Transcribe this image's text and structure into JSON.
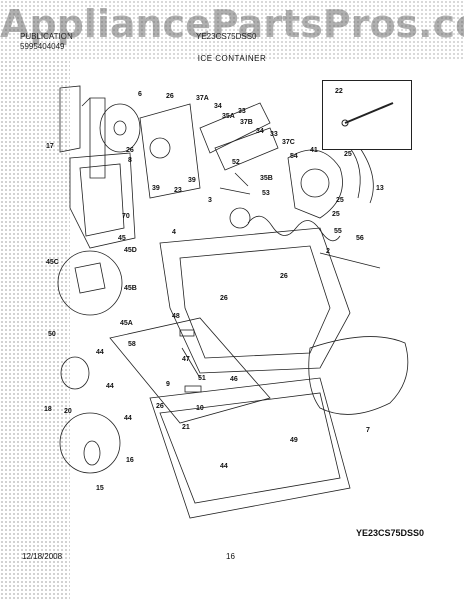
{
  "watermark": "AppliancePartsPros.com",
  "header": {
    "left_line1": "PUBLICATION",
    "left_line2": "5995404049",
    "model_top": "YE23CS75DSS0"
  },
  "section_title": "ICE CONTAINER",
  "inset_label": "22",
  "part_labels": [
    "6",
    "26",
    "37A",
    "34",
    "35A",
    "33",
    "37B",
    "33",
    "34",
    "37C",
    "41",
    "25",
    "17",
    "26",
    "8",
    "39",
    "23",
    "39",
    "52",
    "54",
    "53",
    "35B",
    "25",
    "13",
    "3",
    "25",
    "55",
    "56",
    "4",
    "2",
    "70",
    "45",
    "45D",
    "45C",
    "45B",
    "45A",
    "50",
    "26",
    "26",
    "48",
    "47",
    "58",
    "44",
    "46",
    "18",
    "20",
    "44",
    "51",
    "9",
    "10",
    "26",
    "21",
    "44",
    "7",
    "49",
    "16",
    "15",
    "44"
  ],
  "footer": {
    "model": "YE23CS75DSS0",
    "date": "12/18/2008",
    "page": "16"
  },
  "colors": {
    "line": "#222222",
    "background": "#ffffff",
    "watermark": "#505050"
  }
}
